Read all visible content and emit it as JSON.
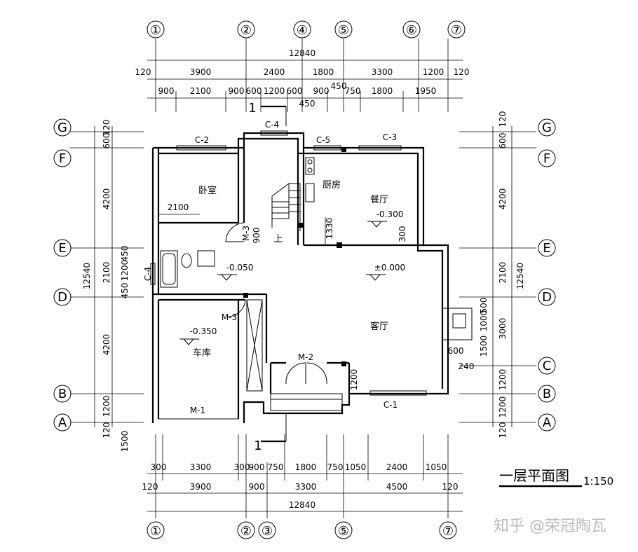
{
  "drawing": {
    "title": "一层平面图",
    "scale": "1:150",
    "watermark": "知乎 @荣冠陶瓦",
    "section_mark": "1",
    "upstairs_label": "上"
  },
  "axes_top": [
    "①",
    "②",
    "④",
    "⑤",
    "⑥",
    "⑦"
  ],
  "axes_bottom": [
    "①",
    "②",
    "③",
    "⑤",
    "⑦"
  ],
  "axes_left": [
    "G",
    "F",
    "E",
    "D",
    "B",
    "A"
  ],
  "axes_right": [
    "G",
    "F",
    "E",
    "D",
    "C",
    "B",
    "A"
  ],
  "dims_top": {
    "overall": "12840",
    "row1": [
      "120",
      "3900",
      "2400",
      "1800",
      "3300",
      "1200",
      "120"
    ],
    "row2": [
      "900",
      "2100",
      "900",
      "600",
      "1200",
      "600",
      "900",
      "750",
      "1800",
      "1950"
    ],
    "extra": [
      "450",
      "450"
    ]
  },
  "dims_bottom": {
    "overall": "12840",
    "row1": [
      "300",
      "3300",
      "300",
      "900",
      "750",
      "1800",
      "750",
      "1050",
      "2400",
      "1050"
    ],
    "row2": [
      "120",
      "3900",
      "900",
      "3300",
      "4500",
      "120"
    ]
  },
  "dims_left": {
    "overall": "12540",
    "col": [
      "120",
      "600",
      "4200",
      "2100",
      "450",
      "1200",
      "450",
      "4200",
      "1200",
      "120"
    ],
    "extra": [
      "1500"
    ]
  },
  "dims_right": {
    "overall": "12540",
    "col": [
      "120",
      "600",
      "4200",
      "2100",
      "3000",
      "1200",
      "1200",
      "120"
    ],
    "extra": [
      "500",
      "1000",
      "1500",
      "600",
      "240"
    ]
  },
  "rooms": {
    "bedroom": "卧室",
    "kitchen": "厨房",
    "dining": "餐厅",
    "living": "客厅",
    "garage": "车库"
  },
  "levels": {
    "dining": "-0.300",
    "living": "±0.000",
    "hall": "-0.050",
    "garage": "-0.350"
  },
  "openings": {
    "c2": "C-2",
    "c4_top": "C-4",
    "c5": "C-5",
    "c3": "C-3",
    "c4_left": "C-4",
    "m3_a": "M-3",
    "m3_b": "M-3",
    "m2": "M-2",
    "m1": "M-1",
    "c1": "C-1"
  },
  "inner_dims": {
    "bed_width": "2100",
    "stair_900": "900",
    "kitchen_1330": "1330",
    "kitchen_300": "300",
    "entry_1200": "1200"
  }
}
